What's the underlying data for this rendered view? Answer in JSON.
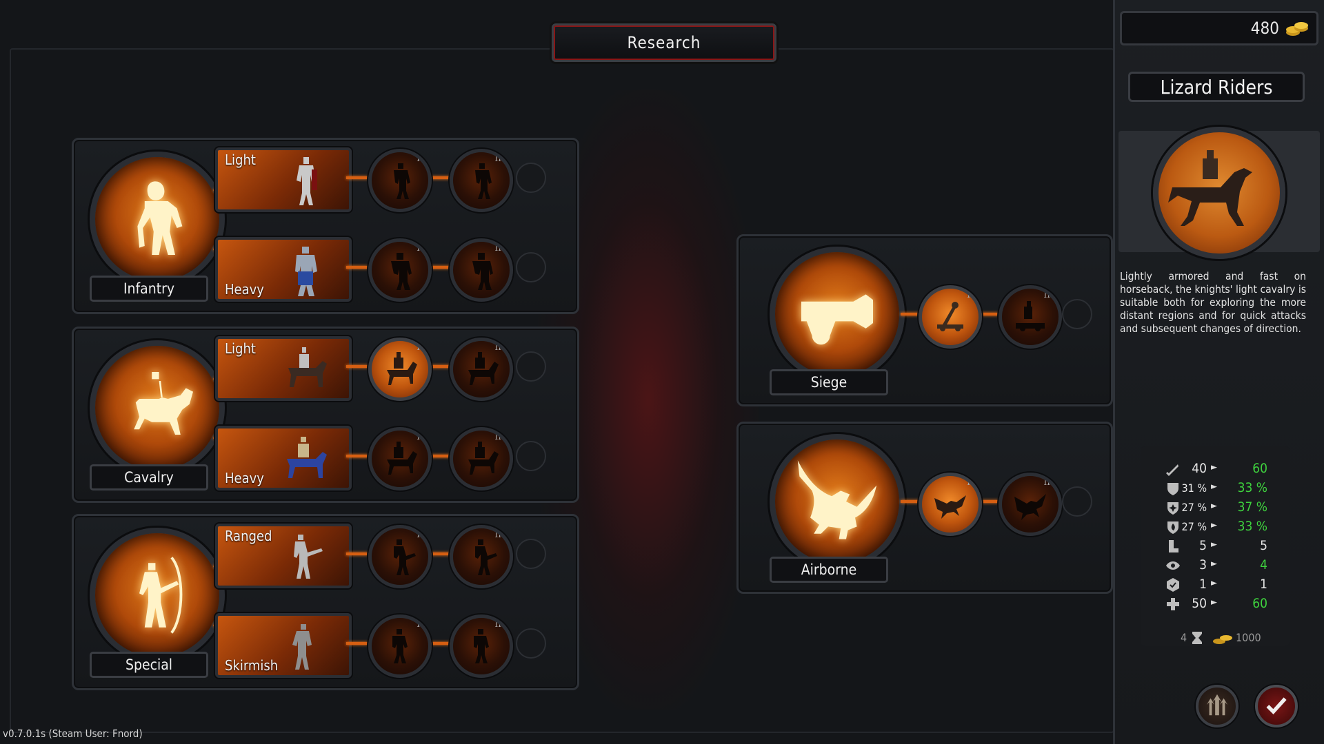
{
  "header": {
    "title": "Research"
  },
  "gold": {
    "amount": "480",
    "icon": "gold-coins-icon"
  },
  "categories": [
    {
      "name": "Infantry",
      "units": [
        {
          "label": "Light",
          "tiers": [
            "I",
            "II"
          ]
        },
        {
          "label": "Heavy",
          "tiers": [
            "I",
            "II"
          ]
        }
      ]
    },
    {
      "name": "Cavalry",
      "units": [
        {
          "label": "Light",
          "tiers": [
            "I",
            "II"
          ]
        },
        {
          "label": "Heavy",
          "tiers": [
            "I",
            "II"
          ]
        }
      ]
    },
    {
      "name": "Special",
      "units": [
        {
          "label": "Ranged",
          "tiers": [
            "I",
            "II"
          ]
        },
        {
          "label": "Skirmish",
          "tiers": [
            "I",
            "II"
          ]
        }
      ]
    },
    {
      "name": "Siege",
      "tiers": [
        "I",
        "II"
      ]
    },
    {
      "name": "Airborne",
      "tiers": [
        "I",
        "II"
      ]
    }
  ],
  "selected_unit": {
    "name": "Lizard Riders",
    "description": "Lightly armored and fast on horseback, the knights' light cavalry is suitable both for exploring the more distant regions and for quick attacks and subsequent changes of direction."
  },
  "stats": [
    {
      "icon": "sword-icon",
      "old": "40",
      "new": "60",
      "improved": true
    },
    {
      "icon": "shield-icon",
      "old": "31 %",
      "new": "33 %",
      "improved": true
    },
    {
      "icon": "pierce-shield-icon",
      "old": "27 %",
      "new": "37 %",
      "improved": true
    },
    {
      "icon": "fire-shield-icon",
      "old": "27 %",
      "new": "33 %",
      "improved": true
    },
    {
      "icon": "boot-icon",
      "old": "5",
      "new": "5",
      "improved": false
    },
    {
      "icon": "eye-icon",
      "old": "3",
      "new": "4",
      "improved": true
    },
    {
      "icon": "badge-icon",
      "old": "1",
      "new": "1",
      "improved": false
    },
    {
      "icon": "health-cross-icon",
      "old": "50",
      "new": "60",
      "improved": true
    }
  ],
  "cost": {
    "turns": "4",
    "gold": "1000"
  },
  "colors": {
    "improved": "#3ed23e",
    "neutral": "#e6e6e6",
    "accent": "#d65f12"
  },
  "version": "v0.7.0.1s (Steam User: Fnord)"
}
